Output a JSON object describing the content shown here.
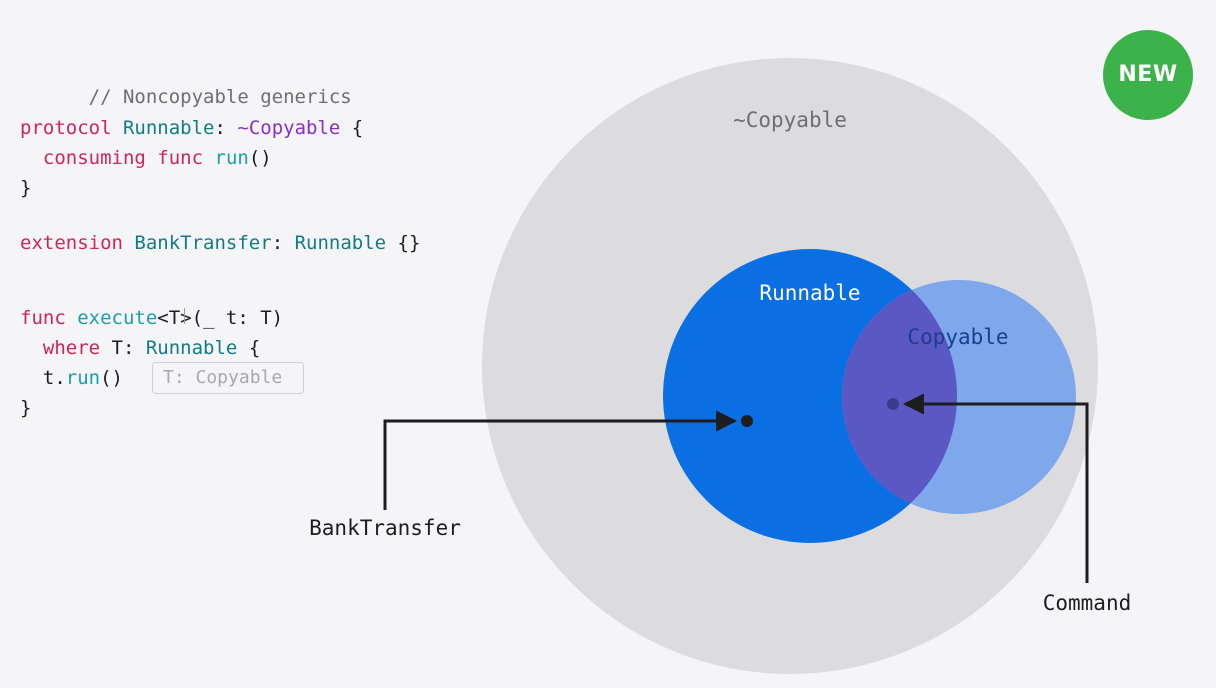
{
  "code": {
    "comment": "// Noncopyable generics",
    "line_protocol": {
      "kw": "protocol",
      "name": "Runnable",
      "colon": ": ",
      "constraint": "~Copyable",
      "brace": " {"
    },
    "line_consuming": {
      "kw1": "consuming",
      "kw2": "func",
      "fn": "run",
      "rest": "()"
    },
    "close1": "}",
    "line_extension": {
      "kw": "extension",
      "type": "BankTransfer",
      "colon": ": ",
      "proto": "Runnable",
      "rest": " {}"
    },
    "line_func": {
      "kw": "func",
      "fn": "execute",
      "rest": "<T>(_ t: T)"
    },
    "line_where": {
      "kw": "where",
      "mid": " T: ",
      "proto": "Runnable",
      "brace": " {"
    },
    "line_call": {
      "recv": "t.",
      "fn": "run",
      "rest": "()"
    },
    "close2": "}",
    "inline_hint": "T: Copyable"
  },
  "diagram": {
    "outer_label": "~Copyable",
    "runnable_label": "Runnable",
    "copyable_label": "Copyable",
    "bank_transfer_label": "BankTransfer",
    "command_label": "Command",
    "colors": {
      "outer": "#dcdcde",
      "runnable": "#0a6fe3",
      "copyable": "#7fa7ec",
      "overlap": "#5b58c4",
      "arrow": "#1d1d1f"
    }
  },
  "badge": {
    "label": "NEW",
    "color": "#3cb24a"
  }
}
